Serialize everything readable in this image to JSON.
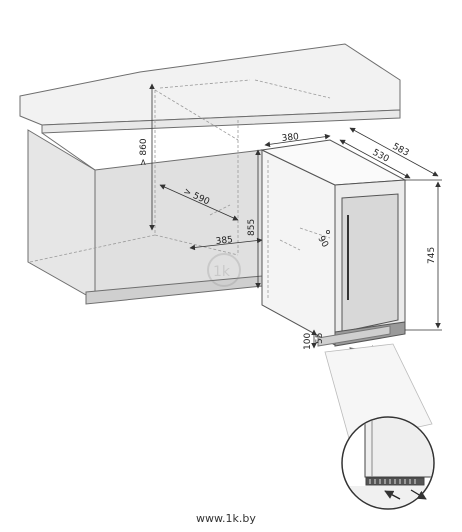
{
  "dimensions": {
    "cabinet_height": "> 860",
    "cabinet_depth": "> 590",
    "cabinet_width": "385",
    "niche_height": "855",
    "appliance_width": "380",
    "appliance_depth": "530",
    "depth_with_door": "583",
    "appliance_height": "745",
    "door_angle": "90",
    "plinth_height": "100",
    "plinth_gap": "55"
  },
  "watermark": "www.1k.by",
  "colors": {
    "line": "#6e6e6e",
    "dashed": "#9a9a9a",
    "cabinet_fill": "#e6e6e6",
    "counter_fill": "#f2f2f2",
    "dimension": "#333333"
  }
}
